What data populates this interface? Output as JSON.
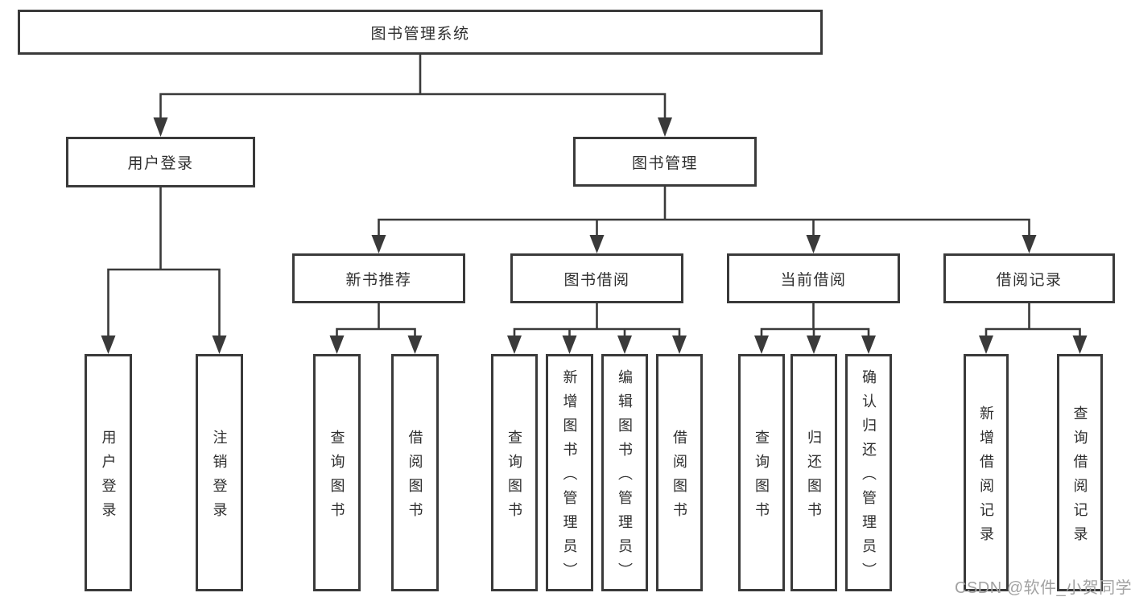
{
  "tree": {
    "root": {
      "label": "图书管理系统",
      "children": [
        {
          "label": "用户登录",
          "children": [
            {
              "label": "用户登录"
            },
            {
              "label": "注销登录"
            }
          ]
        },
        {
          "label": "图书管理",
          "children": [
            {
              "label": "新书推荐",
              "children": [
                {
                  "label": "查询图书"
                },
                {
                  "label": "借阅图书"
                }
              ]
            },
            {
              "label": "图书借阅",
              "children": [
                {
                  "label": "查询图书"
                },
                {
                  "label": "新增图书（管理员）"
                },
                {
                  "label": "编辑图书（管理员）"
                },
                {
                  "label": "借阅图书"
                }
              ]
            },
            {
              "label": "当前借阅",
              "children": [
                {
                  "label": "查询图书"
                },
                {
                  "label": "归还图书"
                },
                {
                  "label": "确认归还（管理员）"
                }
              ]
            },
            {
              "label": "借阅记录",
              "children": [
                {
                  "label": "新增借阅记录"
                },
                {
                  "label": "查询借阅记录"
                }
              ]
            }
          ]
        }
      ]
    }
  },
  "watermark": {
    "text": "CSDN @软件_小贺同学"
  },
  "colors": {
    "line": "#3a3a3a",
    "box_border": "#3a3a3a",
    "text": "#2e2e2e",
    "watermark": "#a2a2a2",
    "background": "#ffffff"
  }
}
